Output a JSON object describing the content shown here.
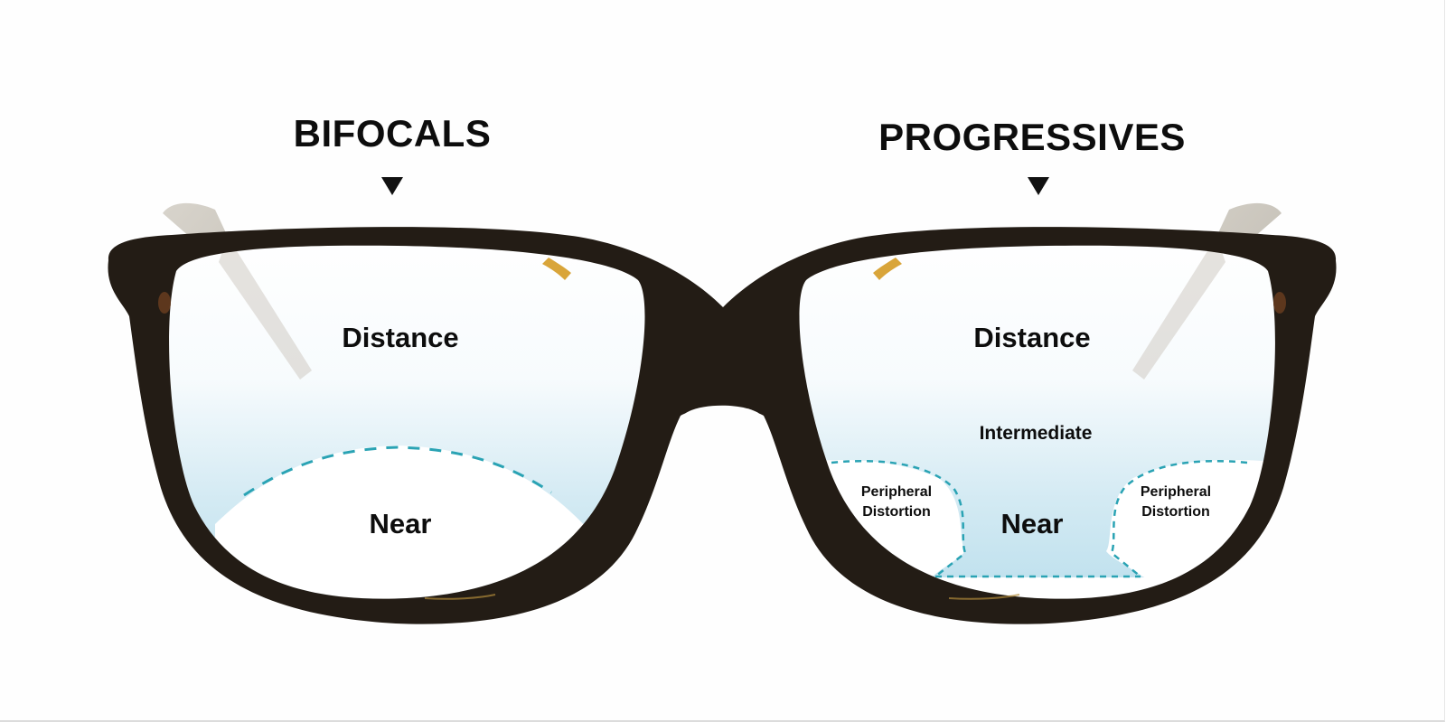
{
  "diagram": {
    "left_lens": {
      "title": "BIFOCALS",
      "zones": {
        "top": "Distance",
        "bottom": "Near"
      }
    },
    "right_lens": {
      "title": "PROGRESSIVES",
      "zones": {
        "top": "Distance",
        "middle": "Intermediate",
        "bottom": "Near",
        "left_side_line1": "Peripheral",
        "left_side_line2": "Distortion",
        "right_side_line1": "Peripheral",
        "right_side_line2": "Distortion"
      }
    },
    "icons": {
      "left_pointer": "down-triangle",
      "right_pointer": "down-triangle"
    },
    "colors": {
      "frame": "#241d16",
      "frame_highlight": "#d9a53a",
      "lens_tint": "#bfe1ee",
      "dashed_line": "#2aa3b4",
      "text": "#0d0d0d",
      "temple": "#c9c5bd"
    }
  }
}
